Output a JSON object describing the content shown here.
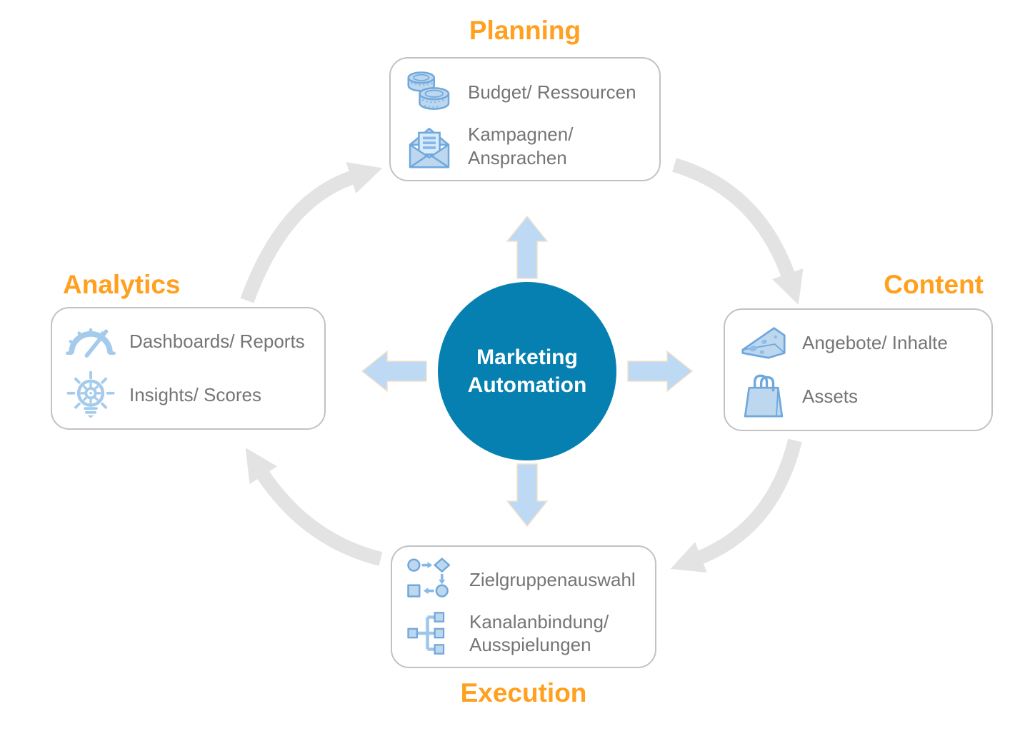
{
  "center": {
    "label": "Marketing Automation"
  },
  "sections": {
    "planning": {
      "title": "Planning",
      "items": [
        {
          "icon": "coins-icon",
          "label": "Budget/ Ressourcen"
        },
        {
          "icon": "open-envelope-icon",
          "label": "Kampagnen/ Ansprachen"
        }
      ]
    },
    "content": {
      "title": "Content",
      "items": [
        {
          "icon": "cheese-icon",
          "label": "Angebote/ Inhalte"
        },
        {
          "icon": "shopping-bag-icon",
          "label": "Assets"
        }
      ]
    },
    "execution": {
      "title": "Execution",
      "items": [
        {
          "icon": "flowchart-icon",
          "label": "Zielgruppenauswahl"
        },
        {
          "icon": "channel-tree-icon",
          "label": "Kanalanbindung/ Ausspielungen"
        }
      ]
    },
    "analytics": {
      "title": "Analytics",
      "items": [
        {
          "icon": "gauge-icon",
          "label": "Dashboards/ Reports"
        },
        {
          "icon": "lightbulb-gear-icon",
          "label": "Insights/ Scores"
        }
      ]
    }
  },
  "colors": {
    "accent_orange": "#FFA01E",
    "center_blue": "#0680B0",
    "icon_fill": "#BDD7EE",
    "icon_stroke": "#6FA8DC",
    "icon_line": "#A5CBEC",
    "arrow_blue": "#BDD9F4",
    "arrow_gray": "#E3E3E3",
    "box_border": "#C2C2C2",
    "text_gray": "#757575"
  }
}
